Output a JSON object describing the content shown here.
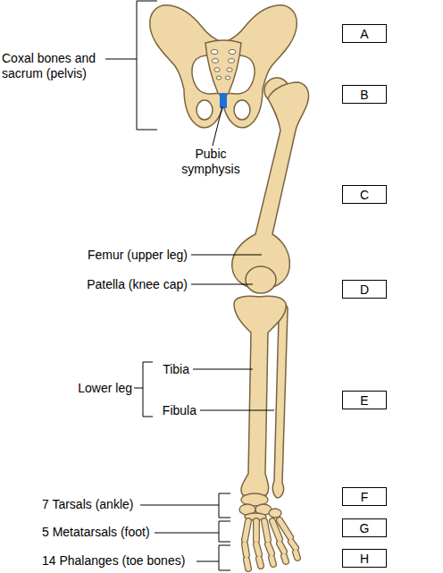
{
  "diagram": {
    "nodes": [
      {
        "text": [
          "A"
        ]
      },
      {
        "text": [
          "B"
        ]
      },
      {
        "text": [
          "C"
        ]
      },
      {
        "text": [
          "D"
        ]
      },
      {
        "text": [
          "E"
        ]
      },
      {
        "text": [
          "F"
        ]
      },
      {
        "text": [
          "G"
        ]
      },
      {
        "text": [
          "H"
        ]
      }
    ],
    "labels": [
      "Coxal bones and sacrum (pelvis)",
      "Pubic symphysis",
      "Femur (upper leg)",
      "Patella (knee cap)",
      "Lower leg",
      "Tibia",
      "Fibula",
      "7 Tarsals (ankle)",
      "5 Metatarsals (foot)",
      "14 Phalanges (toe bones)"
    ]
  }
}
